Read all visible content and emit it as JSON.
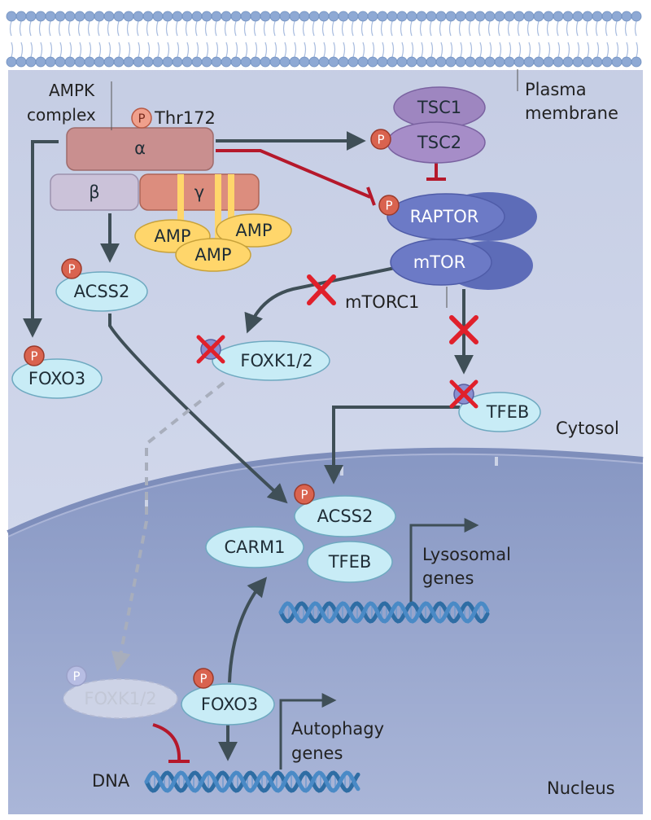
{
  "labels": {
    "ampk_line1": "AMPK",
    "ampk_line2": "complex",
    "thr172": "Thr172",
    "plasma_line1": "Plasma",
    "plasma_line2": "membrane",
    "alpha": "α",
    "beta": "β",
    "gamma": "γ",
    "amp": "AMP",
    "tsc1": "TSC1",
    "tsc2": "TSC2",
    "raptor": "RAPTOR",
    "mtor": "mTOR",
    "mtorc1": "mTORC1",
    "acss2": "ACSS2",
    "foxo3": "FOXO3",
    "foxk12": "FOXK1/2",
    "tfeb": "TFEB",
    "cytosol": "Cytosol",
    "carm1": "CARM1",
    "lysosomal_line1": "Lysosomal",
    "lysosomal_line2": "genes",
    "autophagy_line1": "Autophagy",
    "autophagy_line2": "genes",
    "dna": "DNA",
    "nucleus": "Nucleus",
    "p": "P"
  },
  "colors": {
    "cytoplasm": "#ccd3e6",
    "nucleus": "#8f9ec6",
    "membrane_bead": "#8ea9d4",
    "ampk_alpha": "#c98f8f",
    "ampk_beta": "#c9bfd7",
    "ampk_gamma": "#db8c7d",
    "amp": "#ffd66b",
    "tsc": "#9e86c0",
    "mtor": "#6c7ac6",
    "cyan_node": "#c8ecf6",
    "phospho": "#d9634f",
    "phospho_blue": "#8a8fd0",
    "activation": "#3f4f57",
    "inhibition": "#b5182b",
    "red_x": "#e0202b",
    "dna": "#2e6da4"
  }
}
